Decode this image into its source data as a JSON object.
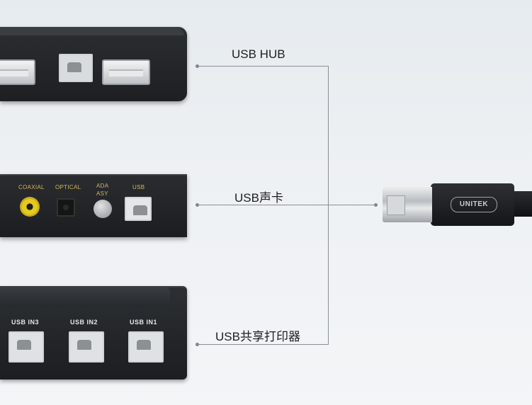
{
  "labels": {
    "hub": "USB HUB",
    "sound_card": "USB声卡",
    "printer": "USB共享打印器"
  },
  "sound_card_ports": {
    "coaxial": "COAXIAL",
    "optical": "OPTICAL",
    "ada": "ADA",
    "asy": "ASY",
    "usb": "USB"
  },
  "printer_ports": {
    "in3": "USB IN3",
    "in2": "USB IN2",
    "in1": "USB IN1"
  },
  "cable": {
    "brand": "UNITEK"
  },
  "colors": {
    "background": "#e9edf1",
    "device": "#222427",
    "connector_line": "#8a8f94",
    "coaxial_port": "#e7c81f"
  }
}
